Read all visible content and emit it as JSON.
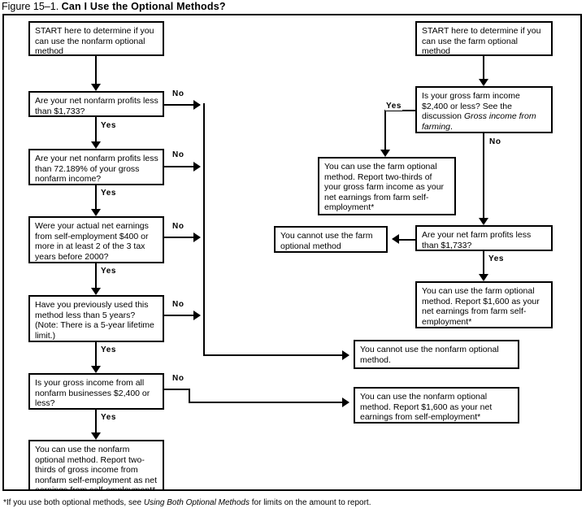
{
  "caption": {
    "figure_number": "Figure 15–1.",
    "title": "Can I Use the Optional Methods?"
  },
  "footnote": {
    "prefix": "*If you use both optional methods, see ",
    "italic": "Using Both Optional Methods",
    "suffix": " for limits on the amount to report."
  },
  "labels": {
    "yes": "Yes",
    "no": "No"
  },
  "nonfarm_branch": {
    "start": "START here to determine if you can use the nonfarm optional method",
    "q1": "Are your net nonfarm profits less than $1,733?",
    "q2": "Are your net nonfarm profits less than 72.189% of your gross nonfarm income?",
    "q3": "Were your actual net earnings from self-employment $400 or more in at least 2 of the 3 tax years before 2000?",
    "q4": "Have you previously used this method less than 5 years? (Note: There is a 5-year lifetime limit.)",
    "q5": "Is your gross income from all nonfarm businesses $2,400 or less?",
    "result_yes": "You can use the nonfarm optional method. Report two-thirds of gross income from nonfarm self-employment as net earnings from self-employment*",
    "result_cannot": "You cannot use the nonfarm optional method.",
    "result_1600": "You can use the nonfarm optional method. Report $1,600 as your net earnings from self-employment*"
  },
  "farm_branch": {
    "start": "START here to determine if you can use the farm optional method",
    "q1_pre": "Is your gross farm income $2,400 or less? See the discussion ",
    "q1_italic": "Gross income from farming",
    "q1_post": ".",
    "result_two_thirds": "You can use the farm optional method. Report two-thirds of your gross farm income as your net earnings from farm self-employment*",
    "q2": "Are your net farm profits less than $1,733?",
    "result_cannot": "You cannot use the farm optional method",
    "result_1600": "You can use the farm optional method. Report $1,600 as your net earnings from farm self-employment*"
  },
  "colors": {
    "ink": "#000000",
    "paper": "#ffffff"
  }
}
